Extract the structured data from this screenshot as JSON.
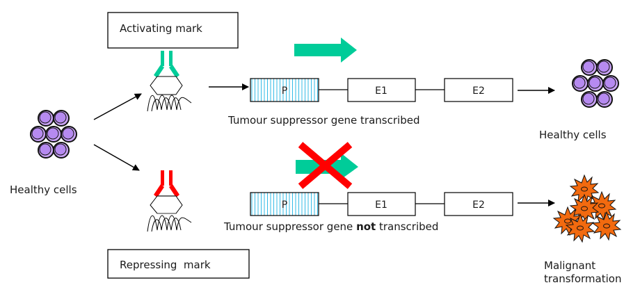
{
  "labels": {
    "activating_mark": "Activating mark",
    "repressing_mark": "Repressing  mark",
    "healthy_cells_left": "Healthy cells",
    "healthy_cells_right": "Healthy cells",
    "malignant_line1": "Malignant",
    "malignant_line2": "transformation",
    "transcribed_caption": "Tumour suppressor gene transcribed",
    "not_caption_before": "Tumour suppressor gene ",
    "not_caption_bold": "not",
    "not_caption_after": " transcribed"
  },
  "gene": {
    "promoter_label": "P",
    "exon1_label": "E1",
    "exon2_label": "E2"
  },
  "colors": {
    "activating": "#00cc99",
    "repressing": "#ff0000",
    "promoter_stripes": "#33bbe6",
    "healthy_cell_fill": "#c9a3f5",
    "healthy_cell_inner": "#b68af0",
    "malignant_fill": "#f26a0f"
  }
}
